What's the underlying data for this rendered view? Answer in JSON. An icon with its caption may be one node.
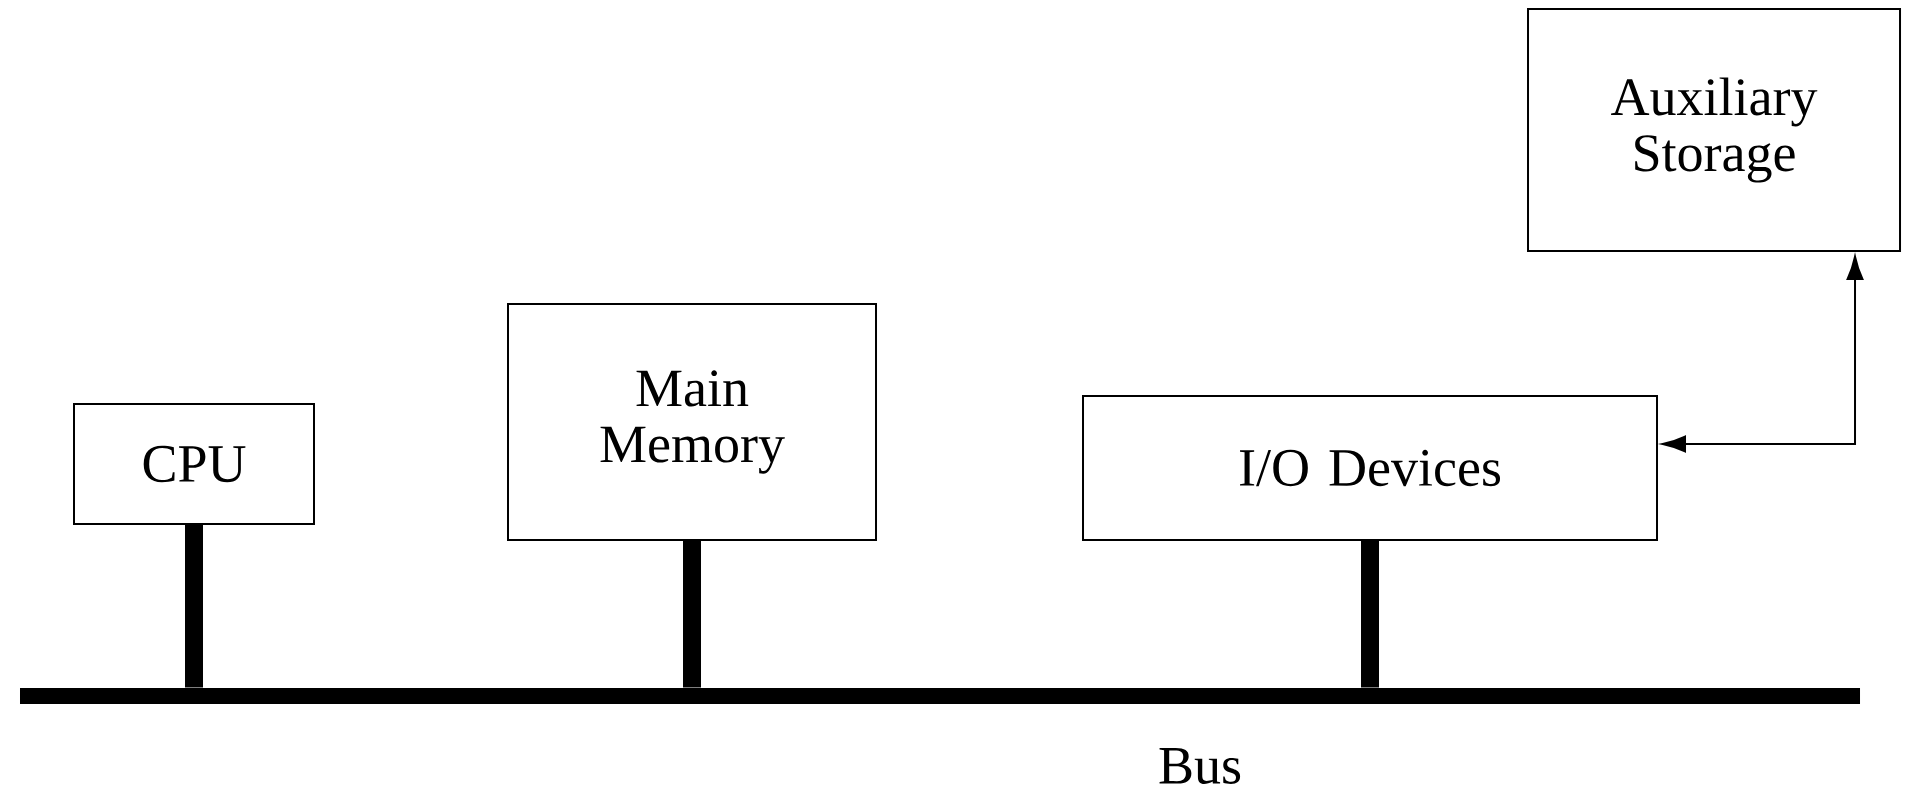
{
  "diagram": {
    "nodes": [
      {
        "text": [
          "CPU"
        ]
      },
      {
        "text": [
          "Main Memory"
        ]
      },
      {
        "text": [
          "I/O Devices"
        ]
      },
      {
        "text": [
          "Auxiliary Storage"
        ]
      },
      {
        "text": [
          "Bus"
        ]
      }
    ],
    "edges": [
      {
        "from": 0,
        "to": 4,
        "arrow": "none"
      },
      {
        "from": 1,
        "to": 4,
        "arrow": "none"
      },
      {
        "from": 2,
        "to": 4,
        "arrow": "none"
      },
      {
        "from": 2,
        "to": 3,
        "arrow": "both"
      }
    ]
  }
}
